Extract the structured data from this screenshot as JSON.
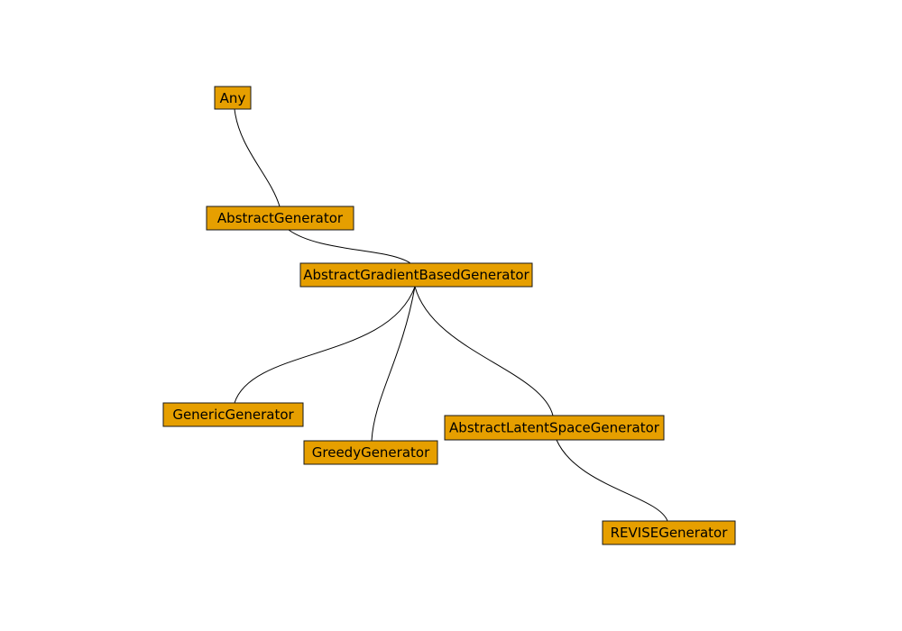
{
  "colors": {
    "node_fill": "#e69f00",
    "node_stroke": "#1a1a1a",
    "edge": "#000000",
    "background": "#ffffff"
  },
  "nodes": {
    "any": "Any",
    "abstract_generator": "AbstractGenerator",
    "abstract_gradient_based_generator": "AbstractGradientBasedGenerator",
    "generic_generator": "GenericGenerator",
    "greedy_generator": "GreedyGenerator",
    "abstract_latent_space_generator": "AbstractLatentSpaceGenerator",
    "revise_generator": "REVISEGenerator"
  },
  "edges": [
    {
      "from": "any",
      "to": "abstract_generator"
    },
    {
      "from": "abstract_generator",
      "to": "abstract_gradient_based_generator"
    },
    {
      "from": "abstract_gradient_based_generator",
      "to": "generic_generator"
    },
    {
      "from": "abstract_gradient_based_generator",
      "to": "greedy_generator"
    },
    {
      "from": "abstract_gradient_based_generator",
      "to": "abstract_latent_space_generator"
    },
    {
      "from": "abstract_latent_space_generator",
      "to": "revise_generator"
    }
  ]
}
